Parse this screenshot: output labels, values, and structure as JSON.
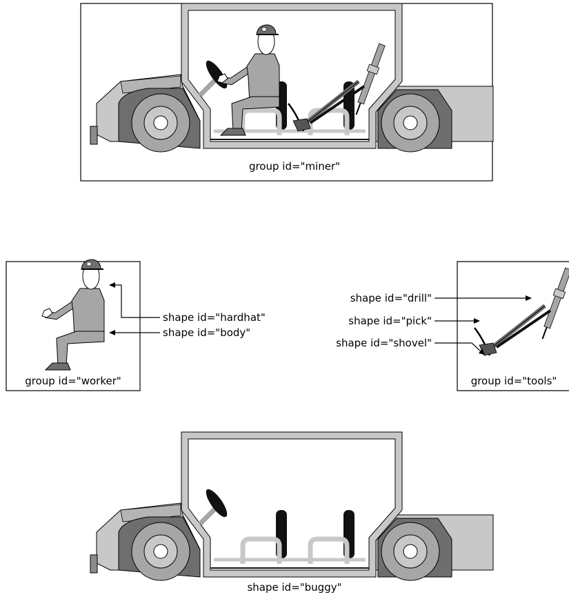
{
  "groups": {
    "miner": "group id=\"miner\"",
    "worker": "group id=\"worker\"",
    "tools": "group id=\"tools\""
  },
  "shapes": {
    "hardhat": "shape id=\"hardhat\"",
    "body": "shape id=\"body\"",
    "drill": "shape id=\"drill\"",
    "pick": "shape id=\"pick\"",
    "shovel": "shape id=\"shovel\"",
    "buggy": "shape id=\"buggy\""
  },
  "colors": {
    "light_gray": "#c8c8c8",
    "mid_gray": "#a6a6a6",
    "dark_gray": "#6e6e6e",
    "black": "#111111"
  }
}
